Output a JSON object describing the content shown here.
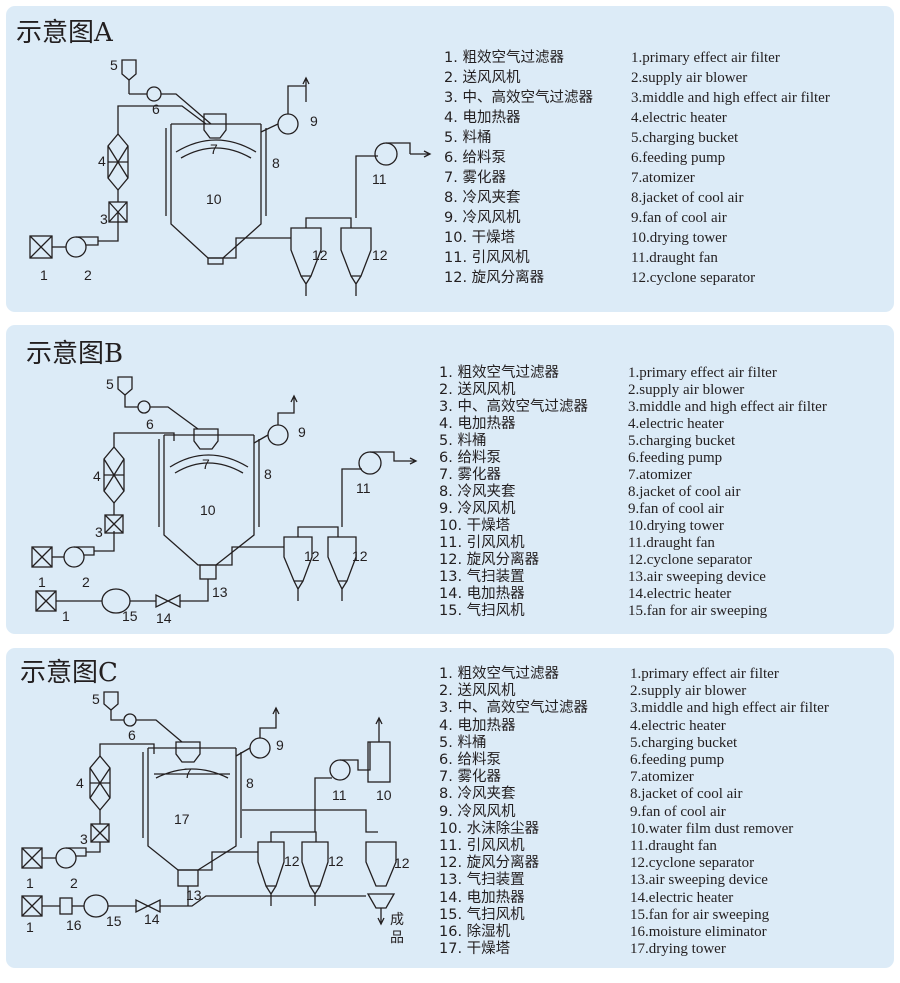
{
  "panels": [
    {
      "title": "示意图A",
      "legend_zh": [
        "1. 粗效空气过滤器",
        "2. 送风风机",
        "3. 中、高效空气过滤器",
        "4. 电加热器",
        "5. 料桶",
        "6. 给料泵",
        "7. 雾化器",
        "8. 冷风夹套",
        "9. 冷风风机",
        "10. 干燥塔",
        "11. 引风风机",
        "12. 旋风分离器"
      ],
      "legend_en": [
        "1.primary effect air filter",
        "2.supply air blower",
        "3.middle and high effect air filter",
        "4.electric heater",
        "5.charging bucket",
        "6.feeding pump",
        "7.atomizer",
        "8.jacket of cool air",
        "9.fan of cool air",
        "10.drying tower",
        "11.draught fan",
        "12.cyclone separator"
      ],
      "labels": {
        "n1": "1",
        "n2": "2",
        "n3": "3",
        "n4": "4",
        "n5": "5",
        "n6": "6",
        "n7": "7",
        "n8": "8",
        "n9": "9",
        "n10": "10",
        "n11": "11",
        "n12a": "12",
        "n12b": "12"
      }
    },
    {
      "title": "示意图B",
      "legend_zh": [
        "1. 粗效空气过滤器",
        "2. 送风风机",
        "3. 中、高效空气过滤器",
        "4. 电加热器",
        "5. 料桶",
        "6. 给料泵",
        "7. 雾化器",
        "8. 冷风夹套",
        "9. 冷风风机",
        "10. 干燥塔",
        "11. 引风风机",
        "12. 旋风分离器",
        "13. 气扫装置",
        "14. 电加热器",
        "15. 气扫风机"
      ],
      "legend_en": [
        "1.primary effect air filter",
        "2.supply air blower",
        "3.middle and high effect air filter",
        "4.electric heater",
        "5.charging bucket",
        "6.feeding pump",
        "7.atomizer",
        "8.jacket of cool air",
        "9.fan of cool air",
        "10.drying tower",
        "11.draught fan",
        "12.cyclone separator",
        "13.air sweeping device",
        "14.electric heater",
        "15.fan for air sweeping"
      ],
      "labels": {
        "n1": "1",
        "n1b": "1",
        "n2": "2",
        "n3": "3",
        "n4": "4",
        "n5": "5",
        "n6": "6",
        "n7": "7",
        "n8": "8",
        "n9": "9",
        "n10": "10",
        "n11": "11",
        "n12a": "12",
        "n12b": "12",
        "n13": "13",
        "n14": "14",
        "n15": "15"
      }
    },
    {
      "title": "示意图C",
      "legend_zh": [
        "1. 粗效空气过滤器",
        "2. 送风风机",
        "3. 中、高效空气过滤器",
        "4. 电加热器",
        "5. 料桶",
        "6. 给料泵",
        "7. 雾化器",
        "8. 冷风夹套",
        "9. 冷风风机",
        "10. 水沫除尘器",
        "11. 引风风机",
        "12. 旋风分离器",
        "13. 气扫装置",
        "14. 电加热器",
        "15. 气扫风机",
        "16. 除湿机",
        "17. 干燥塔"
      ],
      "legend_en": [
        "1.primary effect air filter",
        "2.supply air blower",
        "3.middle and high effect air filter",
        "4.electric heater",
        "5.charging bucket",
        "6.feeding pump",
        "7.atomizer",
        "8.jacket of cool air",
        "9.fan of cool air",
        "10.water film dust remover",
        "11.draught fan",
        "12.cyclone separator",
        "13.air sweeping device",
        "14.electric heater",
        "15.fan for air sweeping",
        "16.moisture eliminator",
        "17.drying tower"
      ],
      "labels": {
        "n1": "1",
        "n1b": "1",
        "n2": "2",
        "n3": "3",
        "n4": "4",
        "n5": "5",
        "n6": "6",
        "n7": "7",
        "n8": "8",
        "n9": "9",
        "n10": "10",
        "n11": "11",
        "n12a": "12",
        "n12b": "12",
        "n12c": "12",
        "n13": "13",
        "n14": "14",
        "n15": "15",
        "n16": "16",
        "n17": "17",
        "product_1": "成",
        "product_2": "品"
      }
    }
  ]
}
